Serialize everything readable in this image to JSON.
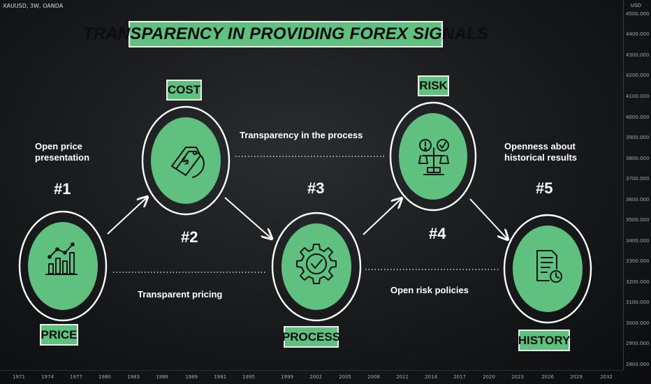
{
  "chart_header": {
    "symbol": "XAUUSD, 3W, OANDA",
    "currency": "USD"
  },
  "price_axis": [
    "4500.000",
    "4400.000",
    "4300.000",
    "4200.000",
    "4100.000",
    "4000.000",
    "3900.000",
    "3800.000",
    "3700.000",
    "3600.000",
    "3500.000",
    "3400.000",
    "3300.000",
    "3200.000",
    "3100.000",
    "3000.000",
    "2900.000",
    "2800.000"
  ],
  "time_axis": [
    "1971",
    "1974",
    "1977",
    "1980",
    "1983",
    "1986",
    "1989",
    "1992",
    "1995",
    "1999",
    "2002",
    "2005",
    "2008",
    "2011",
    "2014",
    "2017",
    "2020",
    "2023",
    "2026",
    "2029",
    "2032"
  ],
  "title": "TRANSPARENCY IN PROVIDING FOREX SIGNALS",
  "steps": [
    {
      "number": "#1",
      "label": "PRICE",
      "caption": [
        "Open price",
        "presentation"
      ],
      "icon": "bar-chart-icon"
    },
    {
      "number": "#2",
      "label": "COST",
      "caption": [
        "Transparent pricing"
      ],
      "icon": "price-tag-icon"
    },
    {
      "number": "#3",
      "label": "PROCESS",
      "caption": [
        "Transparency in the process"
      ],
      "icon": "gear-check-icon"
    },
    {
      "number": "#4",
      "label": "RISK",
      "caption": [
        "Open risk policies"
      ],
      "icon": "balance-scale-icon"
    },
    {
      "number": "#5",
      "label": "HISTORY",
      "caption": [
        "Openness about",
        "historical results"
      ],
      "icon": "clock-document-icon"
    }
  ],
  "colors": {
    "accent_green": "#5fc07f",
    "background": "#1e2022",
    "outline": "#ffffff"
  }
}
